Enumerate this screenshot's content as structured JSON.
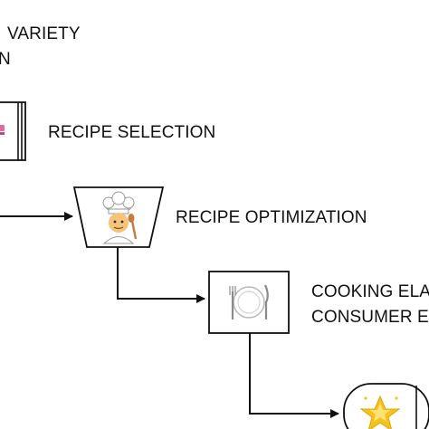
{
  "steps": [
    {
      "id": "variety",
      "label_line1": "VARIETY",
      "label_line2": "N"
    },
    {
      "id": "recipe-selection",
      "label": "RECIPE SELECTION"
    },
    {
      "id": "recipe-optimization",
      "label": "RECIPE OPTIMIZATION",
      "icon": "chef-icon"
    },
    {
      "id": "cooking",
      "label_line1": "COOKING ELA",
      "label_line2": "CONSUMER E",
      "icon": "fork-plate-knife-icon"
    },
    {
      "id": "final",
      "icon": "star-icon"
    }
  ],
  "colors": {
    "stroke": "#111111",
    "chef_hat": "#ffffff",
    "chef_skin": "#f5c37a",
    "spoon": "#c77b3f",
    "star": "#f7c21d",
    "star_glow": "#fde27a",
    "stripe_pink": "#e06aa0"
  }
}
